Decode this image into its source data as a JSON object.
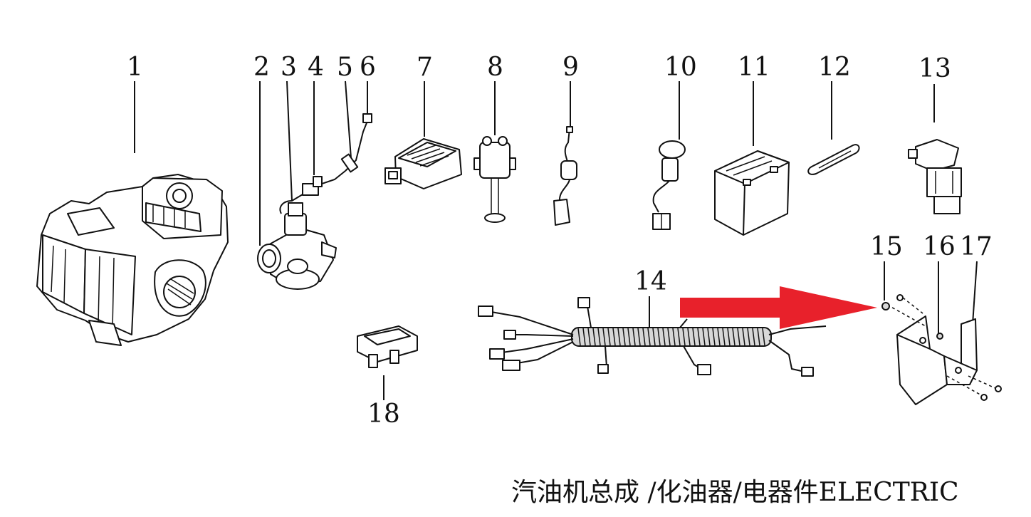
{
  "labels": [
    "1",
    "2",
    "3",
    "4",
    "5",
    "6",
    "7",
    "8",
    "9",
    "10",
    "11",
    "12",
    "13",
    "14",
    "15",
    "16",
    "17",
    "18"
  ],
  "caption": "汽油机总成 /化油器/电器件ELECTRIC",
  "colors": {
    "ink": "#111111",
    "arrow": "#e8212b",
    "background": "#ffffff"
  }
}
